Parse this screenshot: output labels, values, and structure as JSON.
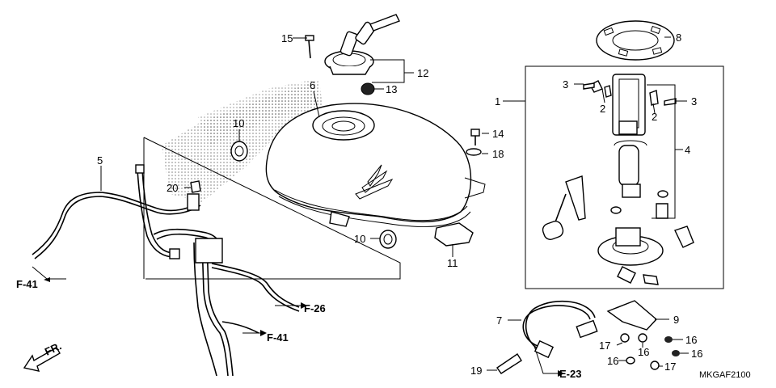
{
  "diagram_code": "MKGAF2100",
  "direction_label": "FR.",
  "callouts": [
    "1",
    "2",
    "2",
    "3",
    "3",
    "4",
    "5",
    "6",
    "7",
    "8",
    "9",
    "10",
    "10",
    "11",
    "12",
    "13",
    "14",
    "15",
    "16",
    "16",
    "16",
    "17",
    "17",
    "18",
    "19",
    "20"
  ],
  "refs": {
    "f41_left": "F-41",
    "f41_bottom": "F-41",
    "f26": "F-26",
    "e23": "E-23"
  }
}
